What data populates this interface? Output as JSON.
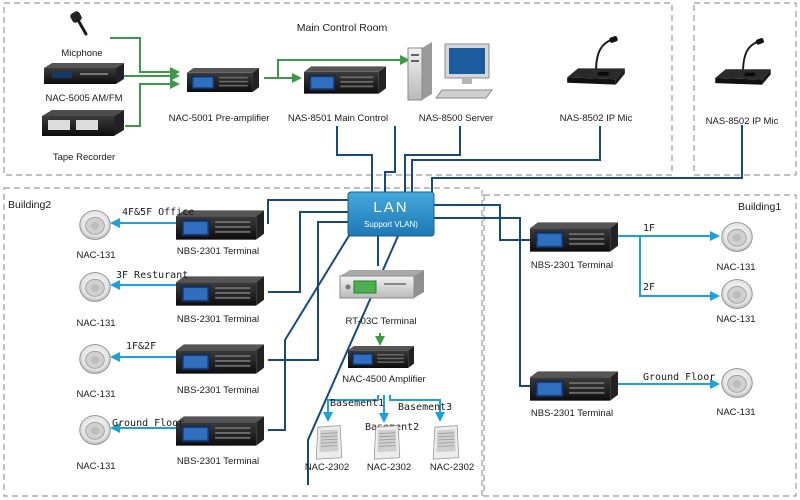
{
  "zones": {
    "main_control_room": "Main Control Room",
    "building2": "Building2",
    "building1": "Building1"
  },
  "hub": {
    "title": "LAN",
    "subtitle": "Support VLAN)"
  },
  "devices": {
    "micphone": "Micphone",
    "am_fm": "NAC-5005 AM/FM",
    "tape_recorder": "Tape Recorder",
    "pre_amplifier": "NAC-5001 Pre-amplifier",
    "main_control": "NAS-8501 Main Control",
    "server": "NAS-8500 Server",
    "ip_mic_1": "NAS-8502 IP Mic",
    "ip_mic_2": "NAS-8502 IP Mic",
    "rt03c": "RT-03C Terminal",
    "amplifier": "NAC-4500 Amplifier"
  },
  "building2": {
    "terminal_label": "NBS-2301 Terminal",
    "speaker_label": "NAC-131",
    "zones": [
      "4F&5F Office",
      "3F Resturant",
      "1F&2F",
      "Ground Floor"
    ]
  },
  "building1": {
    "terminal_label": "NBS-2301 Terminal",
    "speaker_label": "NAC-131",
    "zones": [
      "1F",
      "2F",
      "Ground Floor"
    ]
  },
  "basement": {
    "speaker_label": "NAC-2302",
    "zones": [
      "Basement1",
      "Basement2",
      "Basement3"
    ]
  },
  "colors": {
    "network": "#17497e",
    "audio": "#1ea0dc",
    "control": "#3c9a46",
    "hub": "#2a8cc6",
    "zone_border": "#9a9a9a"
  }
}
